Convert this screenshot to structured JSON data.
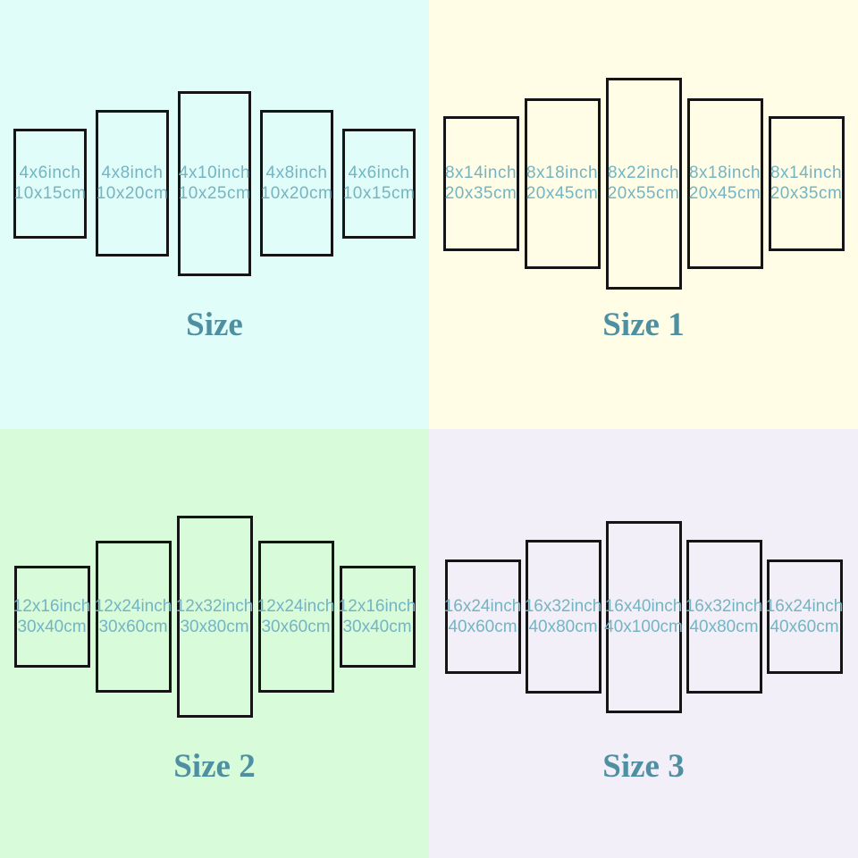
{
  "colors": {
    "quadrant_backgrounds": [
      "#e1fdfa",
      "#fffde6",
      "#d8fbda",
      "#f3eff9"
    ],
    "panel_border": "#151515",
    "panel_text": "#74b4c3",
    "title_text": "#4e90a2"
  },
  "quadrants": [
    {
      "title": "Size",
      "background": "#e1fdfa",
      "panels": [
        {
          "inch": "4x6inch",
          "cm": "10x15cm"
        },
        {
          "inch": "4x8inch",
          "cm": "10x20cm"
        },
        {
          "inch": "4x10inch",
          "cm": "10x25cm"
        },
        {
          "inch": "4x8inch",
          "cm": "10x20cm"
        },
        {
          "inch": "4x6inch",
          "cm": "10x15cm"
        }
      ]
    },
    {
      "title": "Size 1",
      "background": "#fffde6",
      "panels": [
        {
          "inch": "8x14inch",
          "cm": "20x35cm"
        },
        {
          "inch": "8x18inch",
          "cm": "20x45cm"
        },
        {
          "inch": "8x22inch",
          "cm": "20x55cm"
        },
        {
          "inch": "8x18inch",
          "cm": "20x45cm"
        },
        {
          "inch": "8x14inch",
          "cm": "20x35cm"
        }
      ]
    },
    {
      "title": "Size 2",
      "background": "#d8fbda",
      "panels": [
        {
          "inch": "12x16inch",
          "cm": "30x40cm"
        },
        {
          "inch": "12x24inch",
          "cm": "30x60cm"
        },
        {
          "inch": "12x32inch",
          "cm": "30x80cm"
        },
        {
          "inch": "12x24inch",
          "cm": "30x60cm"
        },
        {
          "inch": "12x16inch",
          "cm": "30x40cm"
        }
      ]
    },
    {
      "title": "Size 3",
      "background": "#f3eff9",
      "panels": [
        {
          "inch": "16x24inch",
          "cm": "40x60cm"
        },
        {
          "inch": "16x32inch",
          "cm": "40x80cm"
        },
        {
          "inch": "16x40inch",
          "cm": "40x100cm"
        },
        {
          "inch": "16x32inch",
          "cm": "40x80cm"
        },
        {
          "inch": "16x24inch",
          "cm": "40x60cm"
        }
      ]
    }
  ]
}
